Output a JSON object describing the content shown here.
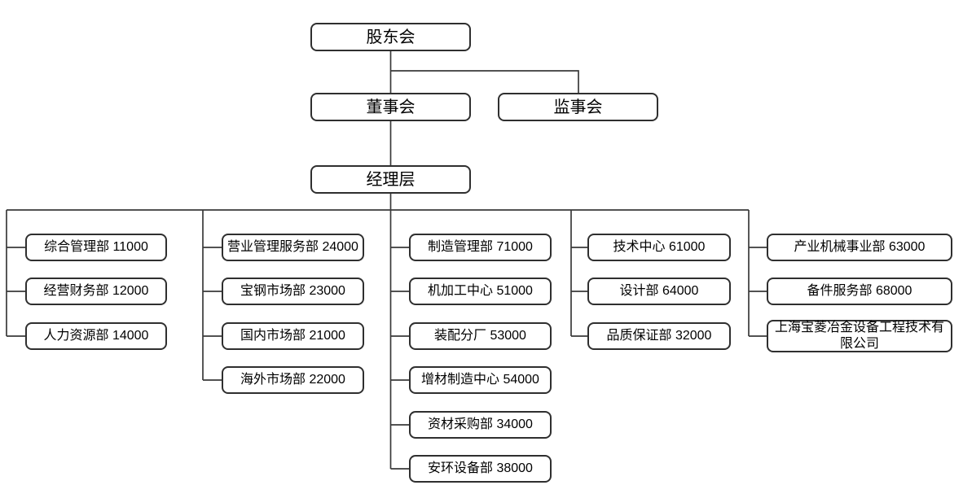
{
  "org": {
    "executive": {
      "shareholders": "股东会",
      "board_of_directors": "董事会",
      "supervisory_board": "监事会",
      "management": "经理层"
    },
    "columns": [
      {
        "items": [
          "综合管理部 11000",
          "经营财务部 12000",
          "人力资源部 14000"
        ]
      },
      {
        "items": [
          "营业管理服务部 24000",
          "宝钢市场部 23000",
          "国内市场部 21000",
          "海外市场部 22000"
        ]
      },
      {
        "items": [
          "制造管理部 71000",
          "机加工中心 51000",
          "装配分厂 53000",
          "增材制造中心 54000",
          "资材采购部 34000",
          "安环设备部 38000"
        ]
      },
      {
        "items": [
          "技术中心 61000",
          "设计部 64000",
          "品质保证部 32000"
        ]
      },
      {
        "items": [
          "产业机械事业部 63000",
          "备件服务部 68000",
          "上海宝菱冶金设备工程技术有限公司"
        ]
      }
    ],
    "colors": {
      "line": "#3a3a3a",
      "box_border": "#2f2f2f",
      "text": "#000000",
      "background": "#ffffff"
    }
  }
}
